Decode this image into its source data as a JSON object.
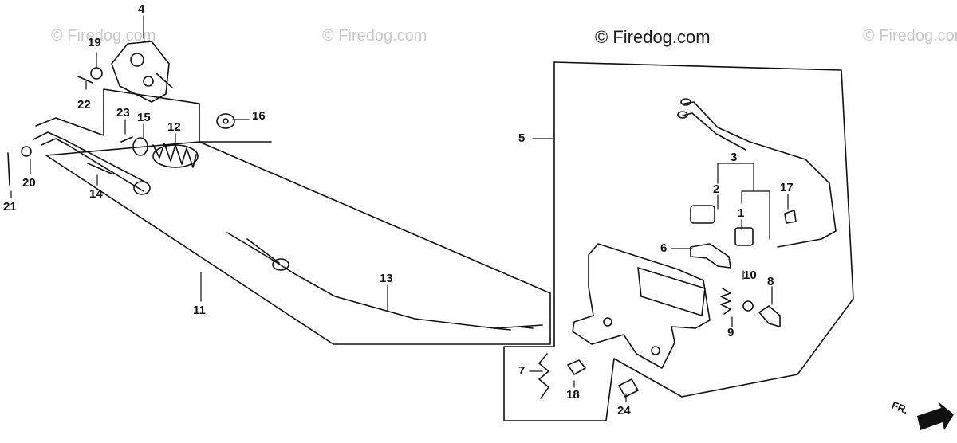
{
  "watermarks": {
    "main": "© Firedog.com",
    "faint_1": "© Firedog.com",
    "faint_2": "© Firedog.com",
    "faint_3": "© Firedog.com"
  },
  "direction_label": "FR.",
  "callouts": {
    "p1": "1",
    "p2": "2",
    "p3": "3",
    "p4": "4",
    "p5": "5",
    "p6": "6",
    "p7": "7",
    "p8": "8",
    "p9": "9",
    "p10": "10",
    "p11": "11",
    "p12": "12",
    "p13": "13",
    "p14": "14",
    "p15": "15",
    "p16": "16",
    "p17": "17",
    "p18": "18",
    "p19": "19",
    "p20": "20",
    "p21": "21",
    "p22": "22",
    "p23": "23",
    "p24": "24"
  },
  "colors": {
    "ink": "#111111",
    "watermark": "#c8c8c8"
  }
}
